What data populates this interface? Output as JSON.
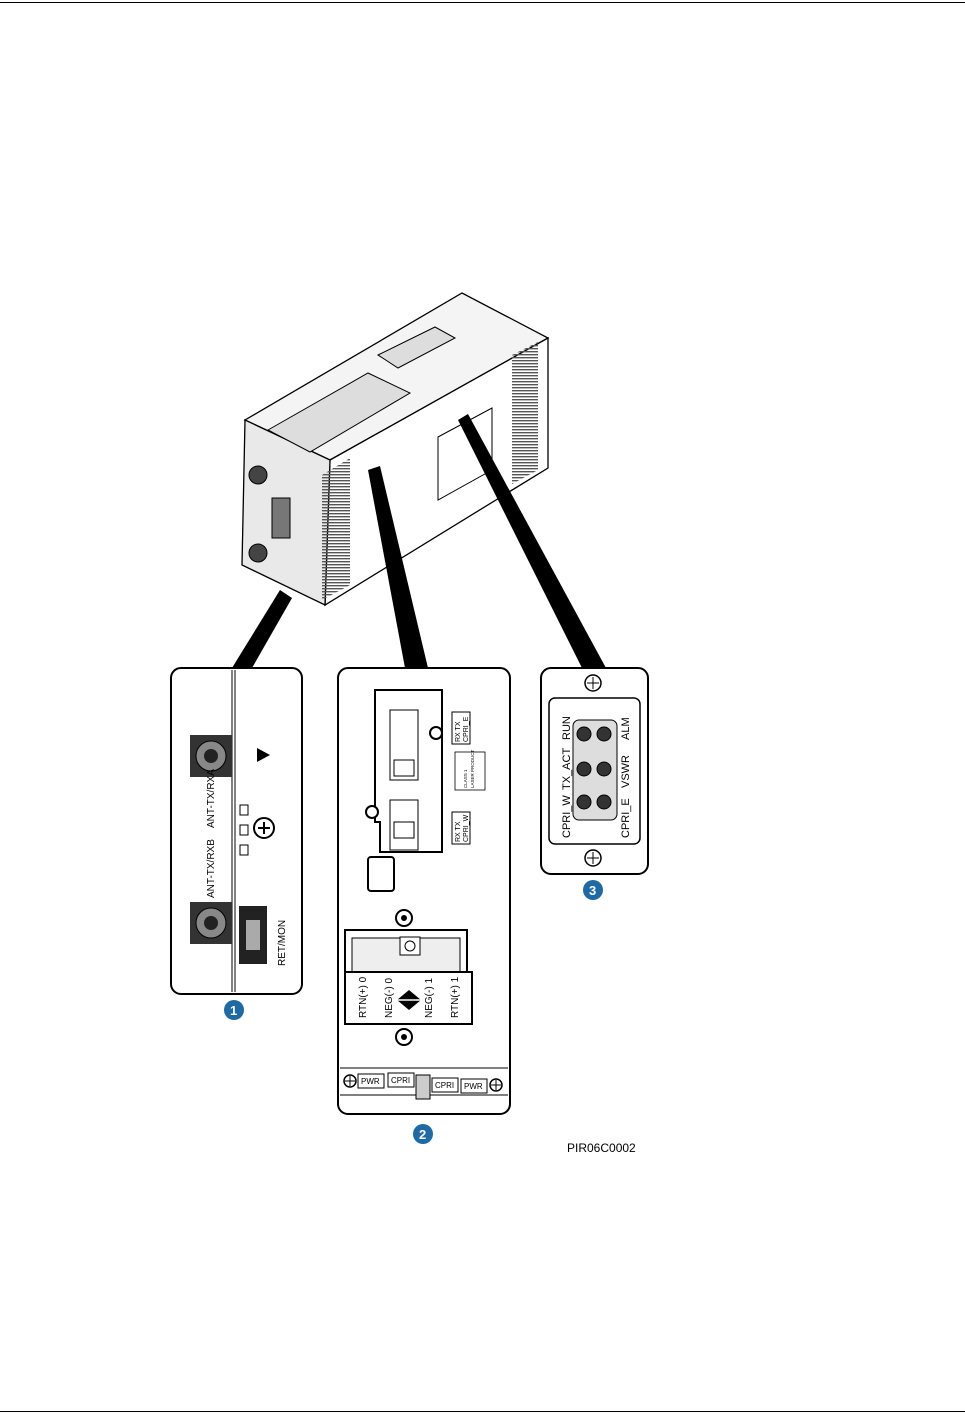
{
  "figure_id": "PIR06C0002",
  "callouts": [
    "1",
    "2",
    "3"
  ],
  "panel1": {
    "port_a": "ANT-TX/RXA",
    "port_b": "ANT-TX/RXB",
    "port_c": "RET/MON"
  },
  "panel2": {
    "sfp_top": [
      "RX TX",
      "CPRI_E"
    ],
    "sfp_bottom": [
      "RX TX",
      "CPRI_W"
    ],
    "laser_label": [
      "CLASS 1",
      "LASER PRODUCT"
    ],
    "power_pins": [
      "RTN(+) 0",
      "NEG(-) 0",
      "NEG(-) 1",
      "RTN(+) 1"
    ],
    "bottom_labels": [
      "PWR",
      "CPRI",
      "CPRI",
      "PWR"
    ]
  },
  "panel3": {
    "left_col": [
      "CPRI_W",
      "TX_ACT",
      "RUN"
    ],
    "right_col": [
      "CPRI_E",
      "VSWR",
      "ALM"
    ]
  }
}
